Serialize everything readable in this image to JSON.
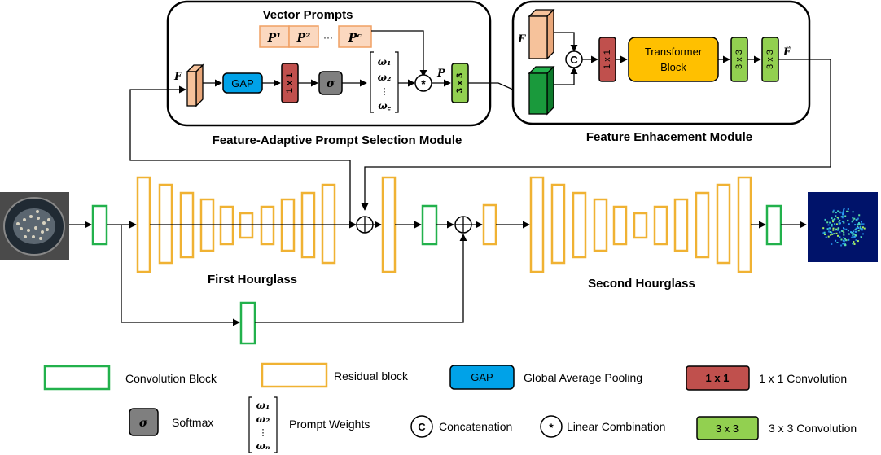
{
  "modules": {
    "fapsm_title": "Feature-Adaptive Prompt Selection Module",
    "fem_title": "Feature Enhacement Module",
    "vector_prompts": "Vector Prompts",
    "gap": "GAP",
    "conv1x1": "1 x 1",
    "conv3x3": "3 x 3",
    "transformer_line1": "Transformer",
    "transformer_line2": "Block",
    "concat_symbol": "C",
    "lincomb_symbol": "*",
    "softmax_symbol": "σ",
    "F": "F",
    "F_hat": "F̂",
    "P": "P",
    "P1": "P¹",
    "P2": "P²",
    "Pc": "Pᶜ",
    "ellipsis": "···",
    "w1": "ω₁",
    "w2": "ω₂",
    "vdots": "⋮",
    "wc": "ω꜀",
    "wN": "ωₙ"
  },
  "hourglass": {
    "first": "First Hourglass",
    "second": "Second Hourglass"
  },
  "legend": {
    "conv_block": "Convolution Block",
    "residual_block": "Residual block",
    "gap_box": "GAP",
    "gap_label": "Global Average Pooling",
    "conv1x1_box": "1 x 1",
    "conv1x1_label": "1 x 1 Convolution",
    "softmax_box": "σ",
    "softmax_label": "Softmax",
    "prompt_weights_label": "Prompt Weights",
    "concat_symbol": "C",
    "concat_label": "Concatenation",
    "lincomb_symbol": "*",
    "lincomb_label": "Linear Combination",
    "conv3x3_box": "3 x 3",
    "conv3x3_label": "3 x 3 Convolution"
  },
  "colors": {
    "orange": "#f0b233",
    "green_block": "#22b14c",
    "feature_peach": "#f6c29b",
    "feature_green": "#1a9a3c",
    "gap_blue": "#00a2e8",
    "conv1x1_red": "#c0504d",
    "softmax_gray": "#7f7f7f",
    "conv3x3_green": "#92d050",
    "transformer_yellow": "#ffc000"
  }
}
